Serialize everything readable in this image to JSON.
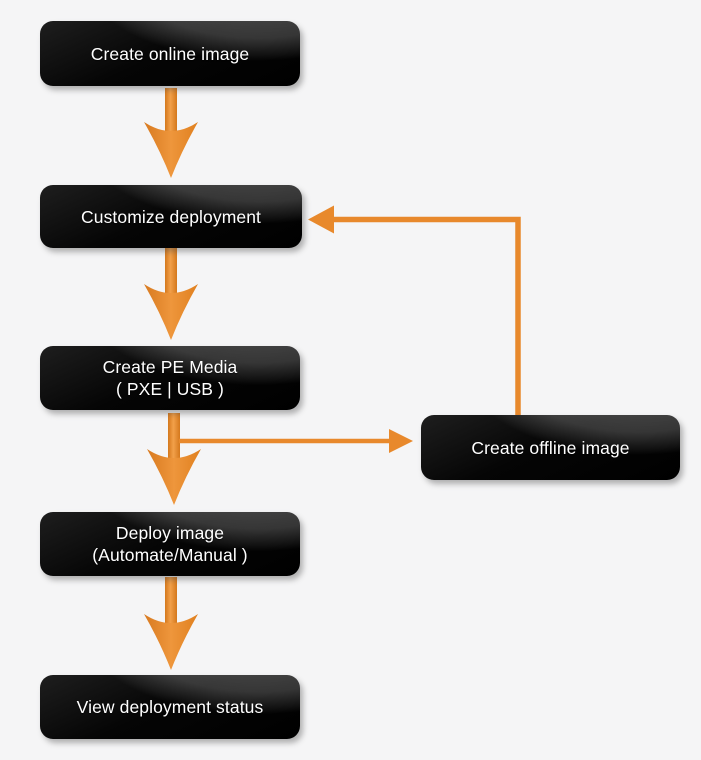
{
  "palette": {
    "background": "#f5f5f6",
    "arrow_orange": "#e8892c",
    "arrow_orange_light": "#f2a04a",
    "arrow_orange_dark": "#d4781c",
    "node_fill": "#000000",
    "node_text": "#ffffff"
  },
  "diagram": {
    "nodes": [
      {
        "id": "create-online-image",
        "lines": [
          "Create online image"
        ]
      },
      {
        "id": "customize-deployment",
        "lines": [
          "Customize deployment"
        ]
      },
      {
        "id": "create-pe-media",
        "lines": [
          "Create PE Media",
          "( PXE | USB )"
        ]
      },
      {
        "id": "create-offline-image",
        "lines": [
          "Create offline image"
        ]
      },
      {
        "id": "deploy-image",
        "lines": [
          "Deploy image",
          "(Automate/Manual )"
        ]
      },
      {
        "id": "view-deployment-status",
        "lines": [
          "View deployment status"
        ]
      }
    ],
    "edges": [
      {
        "from": "create-online-image",
        "to": "customize-deployment",
        "kind": "block-arrow"
      },
      {
        "from": "customize-deployment",
        "to": "create-pe-media",
        "kind": "block-arrow"
      },
      {
        "from": "create-pe-media",
        "to": "deploy-image",
        "kind": "block-arrow"
      },
      {
        "from": "create-pe-media",
        "to": "create-offline-image",
        "kind": "line-arrow"
      },
      {
        "from": "create-offline-image",
        "to": "customize-deployment",
        "kind": "line-arrow"
      },
      {
        "from": "deploy-image",
        "to": "view-deployment-status",
        "kind": "block-arrow"
      }
    ]
  }
}
